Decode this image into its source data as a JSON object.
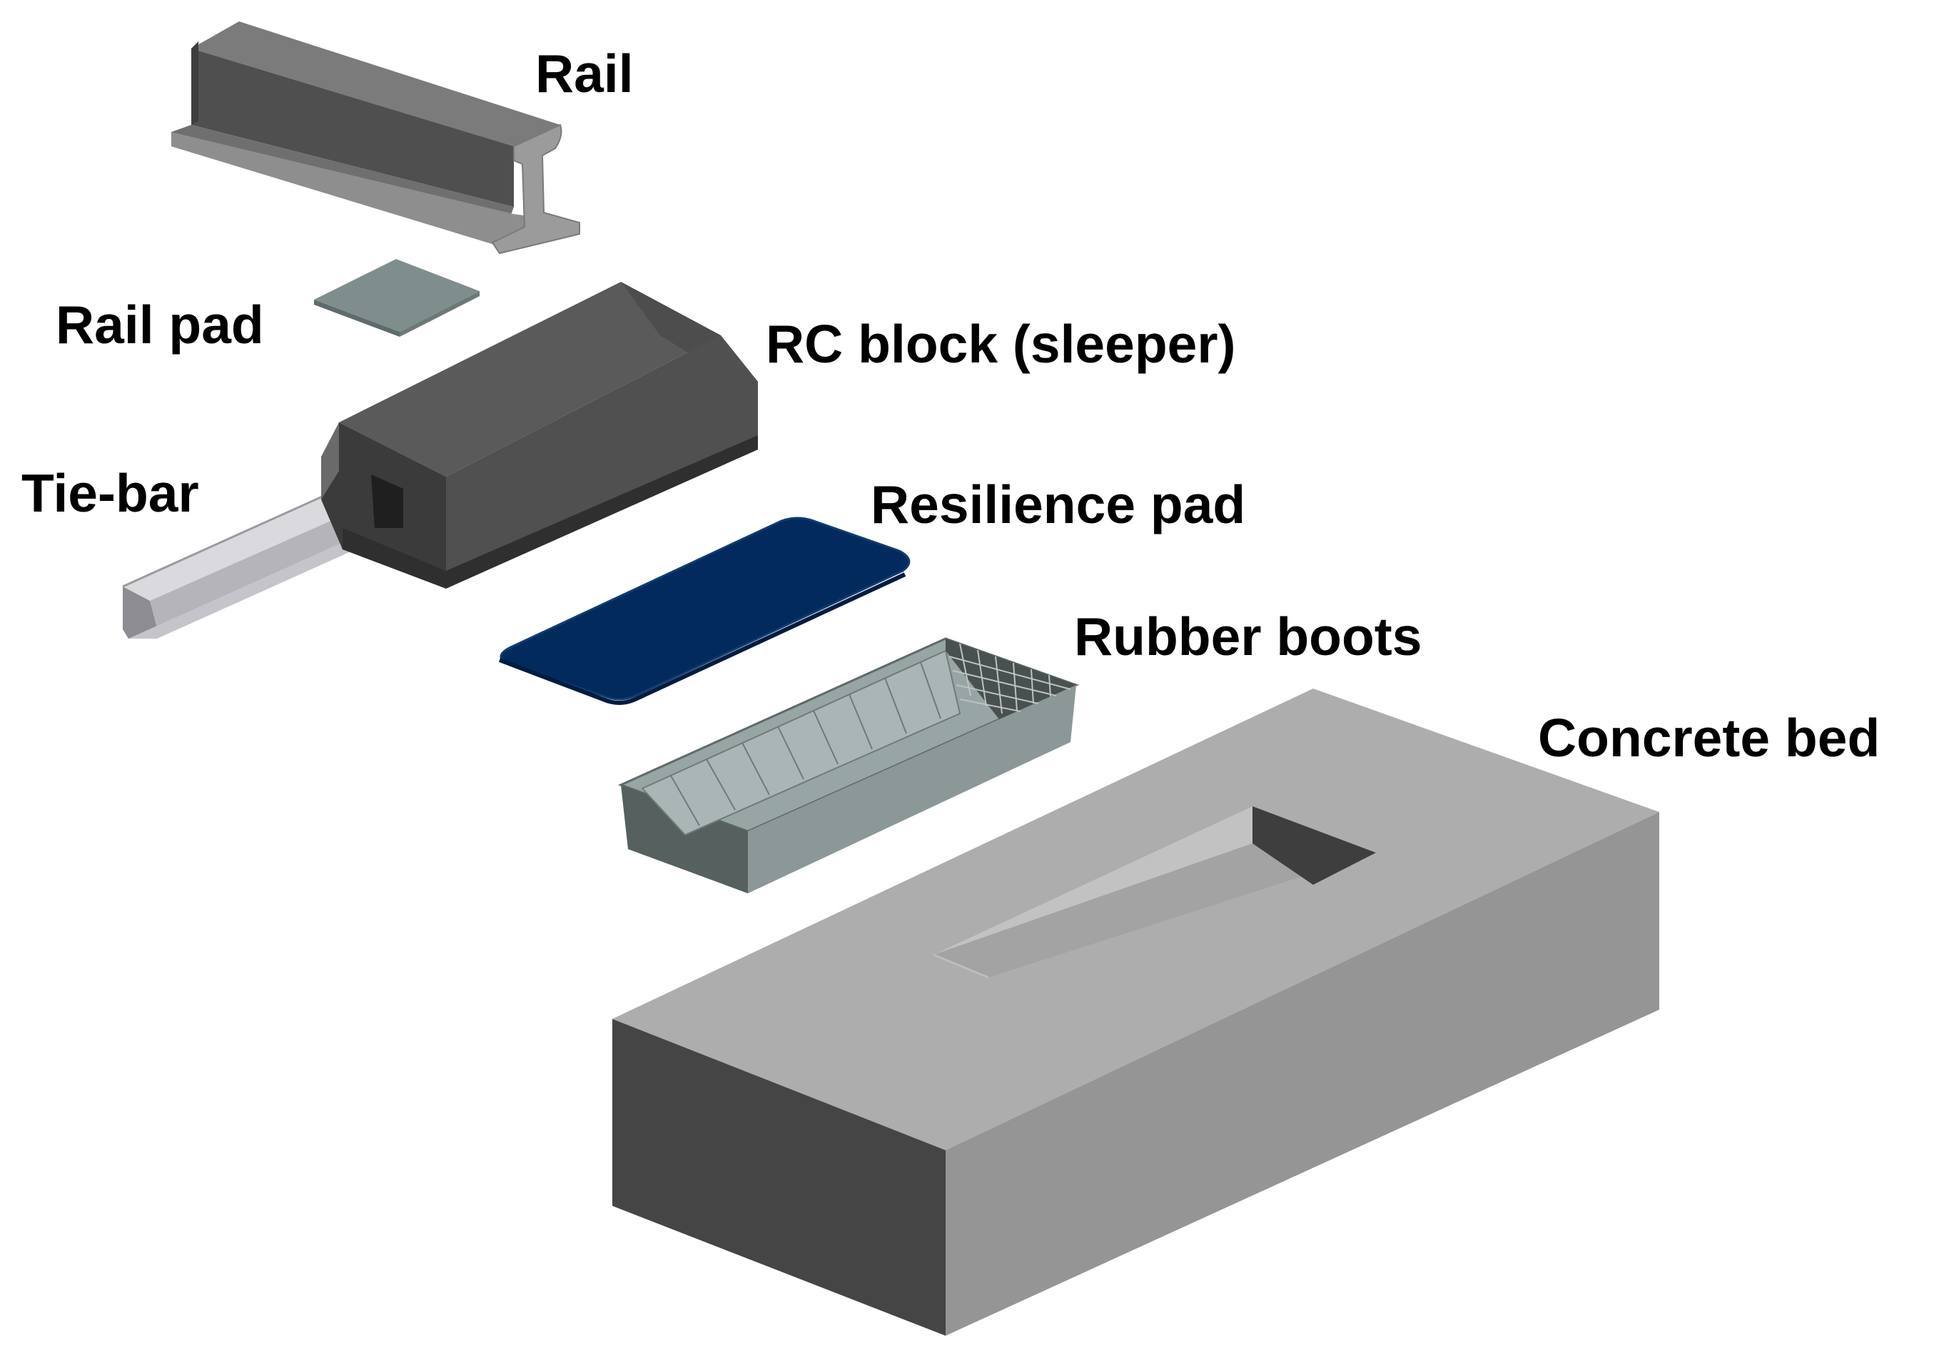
{
  "labels": {
    "rail": "Rail",
    "rail_pad": "Rail pad",
    "rc_block": "RC block (sleeper)",
    "tie_bar": "Tie-bar",
    "resilience_pad": "Resilience pad",
    "rubber_boots": "Rubber boots",
    "concrete_bed": "Concrete bed"
  },
  "colors": {
    "background": "#ffffff",
    "text": "#000000",
    "rail": "#5e5e5e",
    "rail_pad": "#7d8c8a",
    "rc_block": "#4a4a4a",
    "tie_bar": "#c9c9cf",
    "resilience_pad": "#022a5c",
    "rubber_boots": "#8a9796",
    "concrete_bed_top": "#adadad",
    "concrete_bed_front": "#454545",
    "concrete_bed_side": "#949494"
  }
}
